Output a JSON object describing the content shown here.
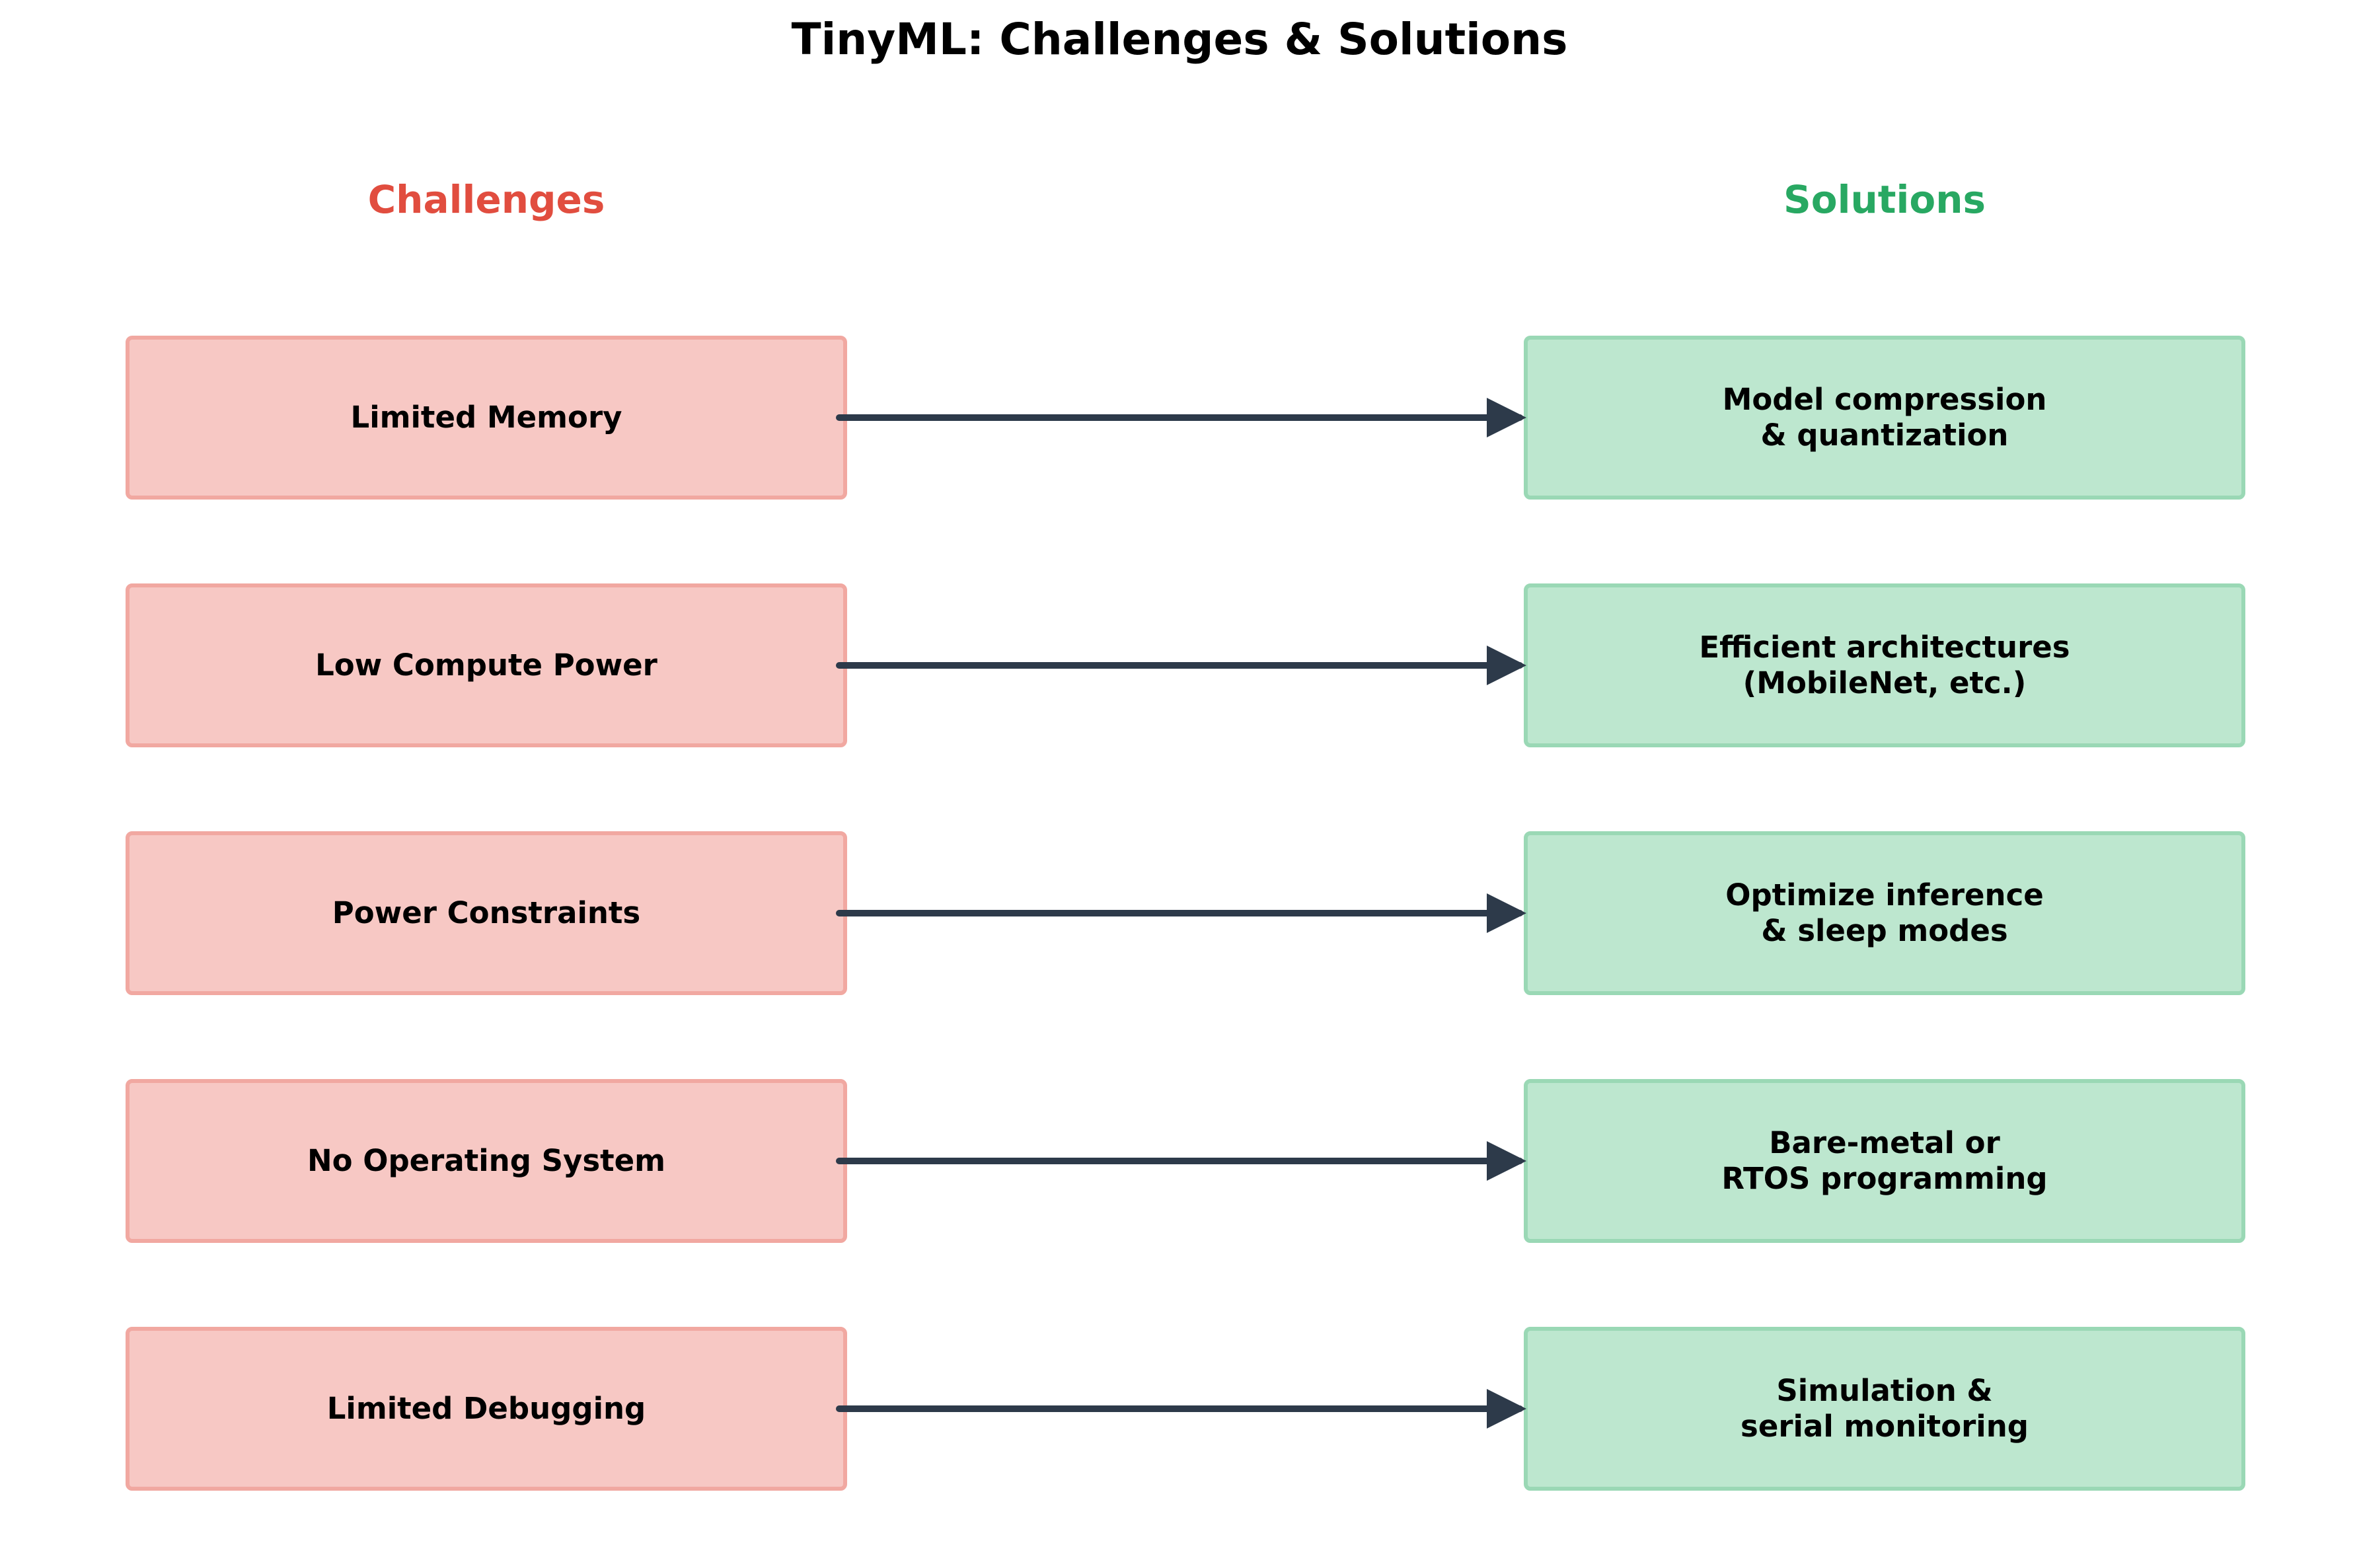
{
  "title": "TinyML: Challenges & Solutions",
  "columns": {
    "challenges_header": "Challenges",
    "solutions_header": "Solutions"
  },
  "rows": [
    {
      "challenge": "Limited Memory",
      "solution": "Model compression\n& quantization"
    },
    {
      "challenge": "Low Compute Power",
      "solution": "Efficient architectures\n(MobileNet, etc.)"
    },
    {
      "challenge": "Power Constraints",
      "solution": "Optimize inference\n& sleep modes"
    },
    {
      "challenge": "No Operating System",
      "solution": "Bare-metal or\nRTOS programming"
    },
    {
      "challenge": "Limited Debugging",
      "solution": "Simulation &\nserial monitoring"
    }
  ],
  "colors": {
    "challenge_header": "#e14d3f",
    "solution_header": "#28a862",
    "challenge_fill": "#f7c8c4",
    "challenge_border": "#f1a8a1",
    "solution_fill": "#bde7cf",
    "solution_border": "#9ad8b5",
    "arrow": "#2d3a4a"
  }
}
